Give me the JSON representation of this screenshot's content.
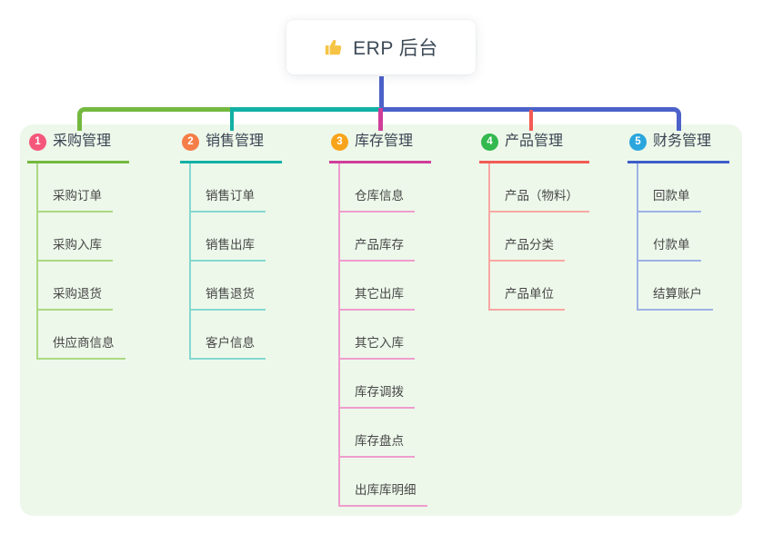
{
  "root": {
    "icon": "thumbs-up",
    "title": "ERP 后台"
  },
  "colors": {
    "connector": "#4c61c9",
    "panel_bg": "#edf8ea",
    "icon_yellow": "#f6c344"
  },
  "branches": [
    {
      "num": "1",
      "label": "采购管理",
      "badge_color": "#f5577b",
      "line_color": "#74b93f",
      "light_color": "#abd983",
      "children": [
        "采购订单",
        "采购入库",
        "采购退货",
        "供应商信息"
      ]
    },
    {
      "num": "2",
      "label": "销售管理",
      "badge_color": "#f57d47",
      "line_color": "#12b0a5",
      "light_color": "#85d8d0",
      "children": [
        "销售订单",
        "销售出库",
        "销售退货",
        "客户信息"
      ]
    },
    {
      "num": "3",
      "label": "库存管理",
      "badge_color": "#f8a41b",
      "line_color": "#cf3d9a",
      "light_color": "#f09cce",
      "children": [
        "仓库信息",
        "产品库存",
        "其它出库",
        "其它入库",
        "库存调拨",
        "库存盘点",
        "出库库明细"
      ]
    },
    {
      "num": "4",
      "label": "产品管理",
      "badge_color": "#33b94e",
      "line_color": "#f25b54",
      "light_color": "#f8a7a2",
      "children": [
        "产品（物料）",
        "产品分类",
        "产品单位"
      ]
    },
    {
      "num": "5",
      "label": "财务管理",
      "badge_color": "#2ba6dd",
      "line_color": "#3d5dc8",
      "light_color": "#9db1e5",
      "children": [
        "回款单",
        "付款单",
        "结算账户"
      ]
    }
  ]
}
